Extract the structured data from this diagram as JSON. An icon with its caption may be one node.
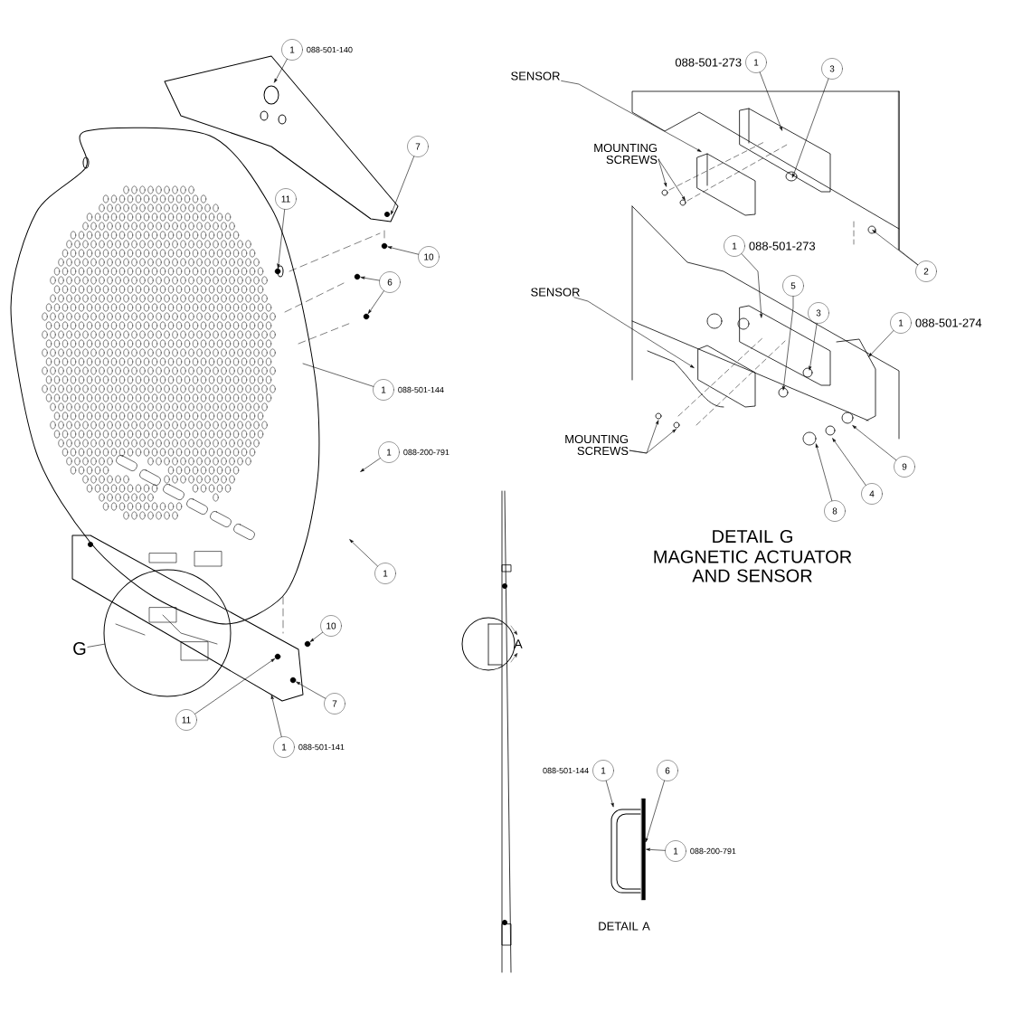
{
  "diagram": {
    "nodes": [
      {
        "text": [
          "1"
        ],
        "beside": [
          "088-501-140"
        ]
      },
      {
        "text": [
          "7"
        ]
      },
      {
        "text": [
          "11"
        ]
      },
      {
        "text": [
          "10"
        ]
      },
      {
        "text": [
          "6"
        ]
      },
      {
        "text": [
          "1"
        ],
        "beside": [
          "088-501-144"
        ]
      },
      {
        "text": [
          "1"
        ],
        "beside": [
          "088-200-791"
        ]
      },
      {
        "text": [
          "1"
        ]
      },
      {
        "text": [
          "10"
        ]
      },
      {
        "text": [
          "G"
        ]
      },
      {
        "text": [],
        "shape": "circle"
      },
      {
        "text": [
          "7"
        ]
      },
      {
        "text": [
          "11"
        ]
      },
      {
        "text": [
          "1"
        ],
        "beside": [
          "088-501-141"
        ]
      },
      {
        "text": [
          "1"
        ],
        "beside": [
          "088-501-273"
        ]
      },
      {
        "text": [
          "3"
        ]
      },
      {
        "text": [
          "SENSOR"
        ]
      },
      {
        "text": [
          "MOUNTING SCREWS"
        ]
      },
      {
        "text": [
          "2"
        ]
      },
      {
        "text": [
          "1"
        ],
        "beside": [
          "088-501-273"
        ]
      },
      {
        "text": [
          "SENSOR"
        ]
      },
      {
        "text": [
          "5"
        ]
      },
      {
        "text": [
          "3"
        ]
      },
      {
        "text": [
          "1"
        ],
        "beside": [
          "088-501-274"
        ]
      },
      {
        "text": [
          "MOUNTING SCREWS"
        ]
      },
      {
        "text": [
          "9"
        ]
      },
      {
        "text": [
          "4"
        ]
      },
      {
        "text": [
          "8"
        ]
      },
      {
        "text": [
          "1"
        ],
        "beside": [
          "088-501-144"
        ]
      },
      {
        "text": [
          "6"
        ]
      },
      {
        "text": [
          "1"
        ],
        "beside": [
          "088-200-791"
        ]
      },
      {
        "text": [],
        "shape": "circle"
      },
      {
        "text": [],
        "shape": "circle"
      },
      {
        "text": [],
        "shape": "circle"
      },
      {
        "text": [],
        "shape": "circle"
      },
      {
        "text": [],
        "shape": "bar"
      },
      {
        "text": [],
        "shape": "picture"
      },
      {
        "text": [],
        "shape": "circle"
      },
      {
        "text": [],
        "shape": "circle"
      },
      {
        "text": [],
        "shape": "circle"
      },
      {
        "text": [],
        "shape": "bar"
      }
    ],
    "edges": [
      {
        "from": 0,
        "to": null,
        "arrow": "to"
      },
      {
        "from": 1,
        "to": null,
        "arrow": "to"
      },
      {
        "from": 2,
        "to": 39,
        "arrow": "to"
      },
      {
        "from": 3,
        "to": 31,
        "arrow": "to"
      },
      {
        "from": 4,
        "to": 37,
        "arrow": "to"
      },
      {
        "from": 4,
        "to": 38,
        "arrow": "to"
      },
      {
        "from": 5,
        "to": null,
        "arrow": "none"
      },
      {
        "from": 6,
        "to": null,
        "arrow": "to"
      },
      {
        "from": 7,
        "to": null,
        "arrow": "to"
      },
      {
        "from": 8,
        "to": 32,
        "arrow": "to"
      },
      {
        "from": 9,
        "to": 10,
        "arrow": "none"
      },
      {
        "from": 11,
        "to": 34,
        "arrow": "to"
      },
      {
        "from": 12,
        "to": 33,
        "arrow": "to"
      },
      {
        "from": 13,
        "to": null,
        "arrow": "to"
      },
      {
        "from": 14,
        "to": null,
        "arrow": "to"
      },
      {
        "from": 15,
        "to": null,
        "arrow": "to"
      },
      {
        "from": 16,
        "to": null,
        "arrow": "to"
      },
      {
        "from": 17,
        "to": null,
        "arrow": "to"
      },
      {
        "from": 17,
        "to": null,
        "arrow": "to"
      },
      {
        "from": 18,
        "to": null,
        "arrow": "to"
      },
      {
        "from": 18,
        "to": 40,
        "arrow": "none"
      },
      {
        "from": 19,
        "to": null,
        "arrow": "to"
      },
      {
        "from": 20,
        "to": null,
        "arrow": "to"
      },
      {
        "from": 21,
        "to": null,
        "arrow": "to"
      },
      {
        "from": 22,
        "to": null,
        "arrow": "to"
      },
      {
        "from": 23,
        "to": null,
        "arrow": "to"
      },
      {
        "from": 24,
        "to": null,
        "arrow": "to"
      },
      {
        "from": 24,
        "to": null,
        "arrow": "to"
      },
      {
        "from": 25,
        "to": null,
        "arrow": "to"
      },
      {
        "from": 26,
        "to": null,
        "arrow": "to"
      },
      {
        "from": 27,
        "to": null,
        "arrow": "to"
      },
      {
        "from": 28,
        "to": 36,
        "arrow": "to"
      },
      {
        "from": 29,
        "to": 35,
        "arrow": "to"
      },
      {
        "from": 30,
        "to": 35,
        "arrow": "to"
      }
    ],
    "labels": [
      "DETAIL G",
      "MAGNETIC ACTUATOR AND SENSOR",
      "A",
      "DETAIL A"
    ]
  }
}
